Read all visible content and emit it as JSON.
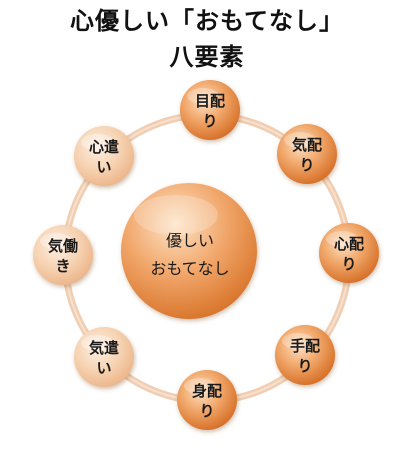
{
  "title": {
    "line1": "心優しい「おもてなし」",
    "line2": "八要素"
  },
  "center": {
    "line1": "優しい",
    "line2": "おもてなし"
  },
  "nodes": [
    {
      "line1": "目配",
      "line2": "り"
    },
    {
      "line1": "気配",
      "line2": "り"
    },
    {
      "line1": "心配",
      "line2": "り"
    },
    {
      "line1": "手配",
      "line2": "り"
    },
    {
      "line1": "身配",
      "line2": "り"
    },
    {
      "line1": "気遣",
      "line2": "い"
    },
    {
      "line1": "気働",
      "line2": "き"
    },
    {
      "line1": "心遣",
      "line2": "い"
    }
  ],
  "colors": {
    "ring": "#ecc5a6",
    "node_light": "#f6c79b",
    "node_dark": "#d9762e",
    "center_light": "#f6c79b",
    "center_dark": "#dd7f35"
  }
}
